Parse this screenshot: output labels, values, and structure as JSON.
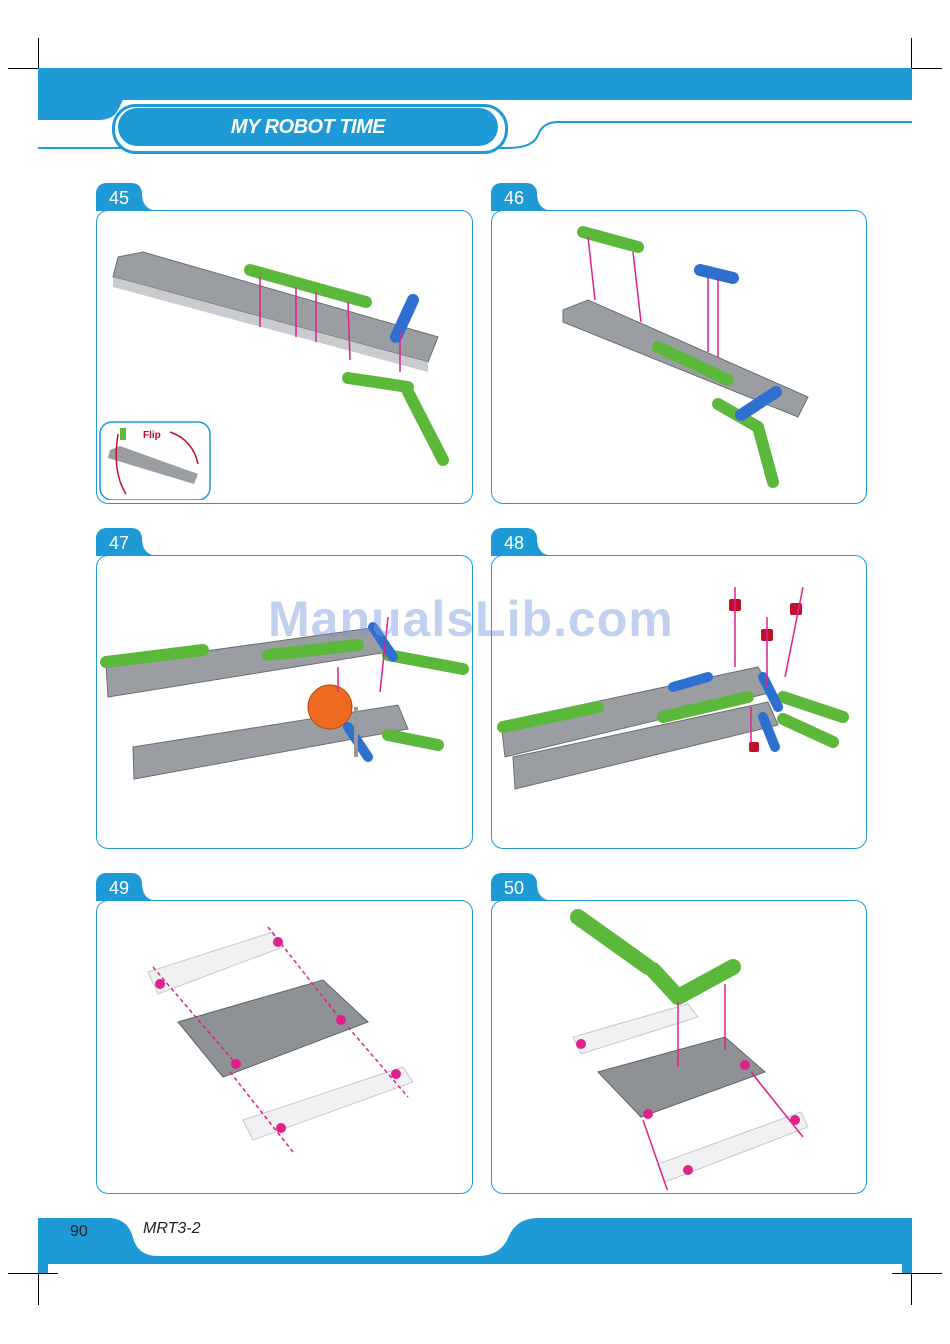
{
  "header": {
    "title": "MY ROBOT TIME"
  },
  "steps": [
    {
      "number": "45",
      "inset_label": "Flip"
    },
    {
      "number": "46"
    },
    {
      "number": "47"
    },
    {
      "number": "48"
    },
    {
      "number": "49"
    },
    {
      "number": "50"
    }
  ],
  "footer": {
    "page_number": "90",
    "model": "MRT3-2"
  },
  "watermark": "ManualsLib.com",
  "colors": {
    "accent": "#1e9ad6",
    "green_part": "#5cb83a",
    "blue_part": "#2f6fd0",
    "connector": "#e0218a",
    "plate": "#8e9196"
  }
}
